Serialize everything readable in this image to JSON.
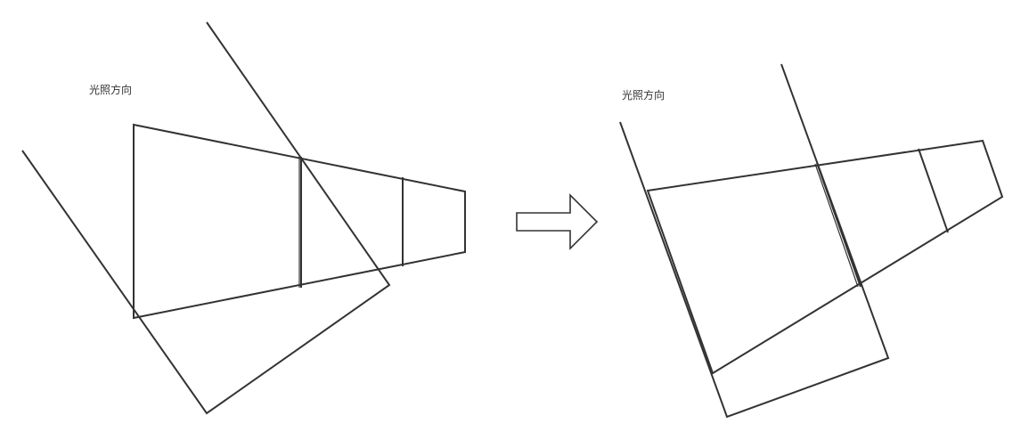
{
  "labels": {
    "light_direction_left": "光照方向",
    "light_direction_right": "光照方向"
  },
  "colors": {
    "stroke": "#333333",
    "background": "#ffffff"
  },
  "icons": {
    "transition_arrow": "right-arrow-outline"
  }
}
